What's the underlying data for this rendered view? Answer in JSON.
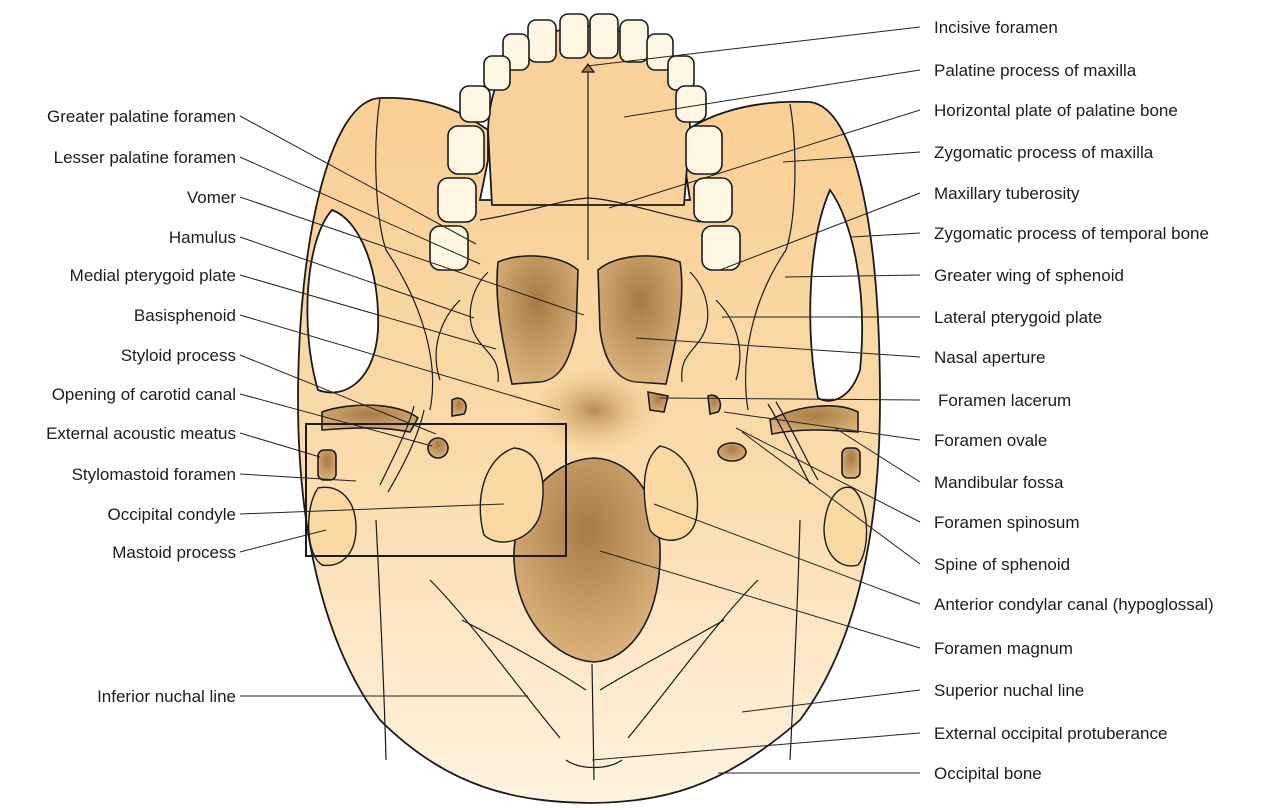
{
  "diagram": {
    "colors": {
      "bone_light": "#fde8c4",
      "bone_mid": "#f9cf94",
      "cavity_dark": "#b58955",
      "cavity_light": "#dcb27c",
      "tooth": "#fdf6e3",
      "outline": "#1a1a1a"
    },
    "labels_left": [
      "Greater palatine foramen",
      "Lesser palatine foramen",
      "Vomer",
      "Hamulus",
      "Medial pterygoid plate",
      "Basisphenoid",
      "Styloid process",
      "Opening of carotid canal",
      "External acoustic meatus",
      "Stylomastoid foramen",
      "Occipital condyle",
      "Mastoid process",
      "Inferior nuchal line"
    ],
    "labels_right": [
      "Incisive foramen",
      "Palatine process of maxilla",
      "Horizontal plate of palatine bone",
      "Zygomatic process of maxilla",
      "Maxillary tuberosity",
      "Zygomatic process of temporal bone",
      "Greater wing of sphenoid",
      "Lateral pterygoid plate",
      "Nasal aperture",
      "Foramen lacerum",
      "Foramen ovale",
      "Mandibular fossa",
      "Foramen spinosum",
      "Spine of sphenoid",
      "Anterior condylar canal (hypoglossal)",
      "Foramen magnum",
      "Superior nuchal line",
      "External occipital protuberance",
      "Occipital bone"
    ]
  }
}
